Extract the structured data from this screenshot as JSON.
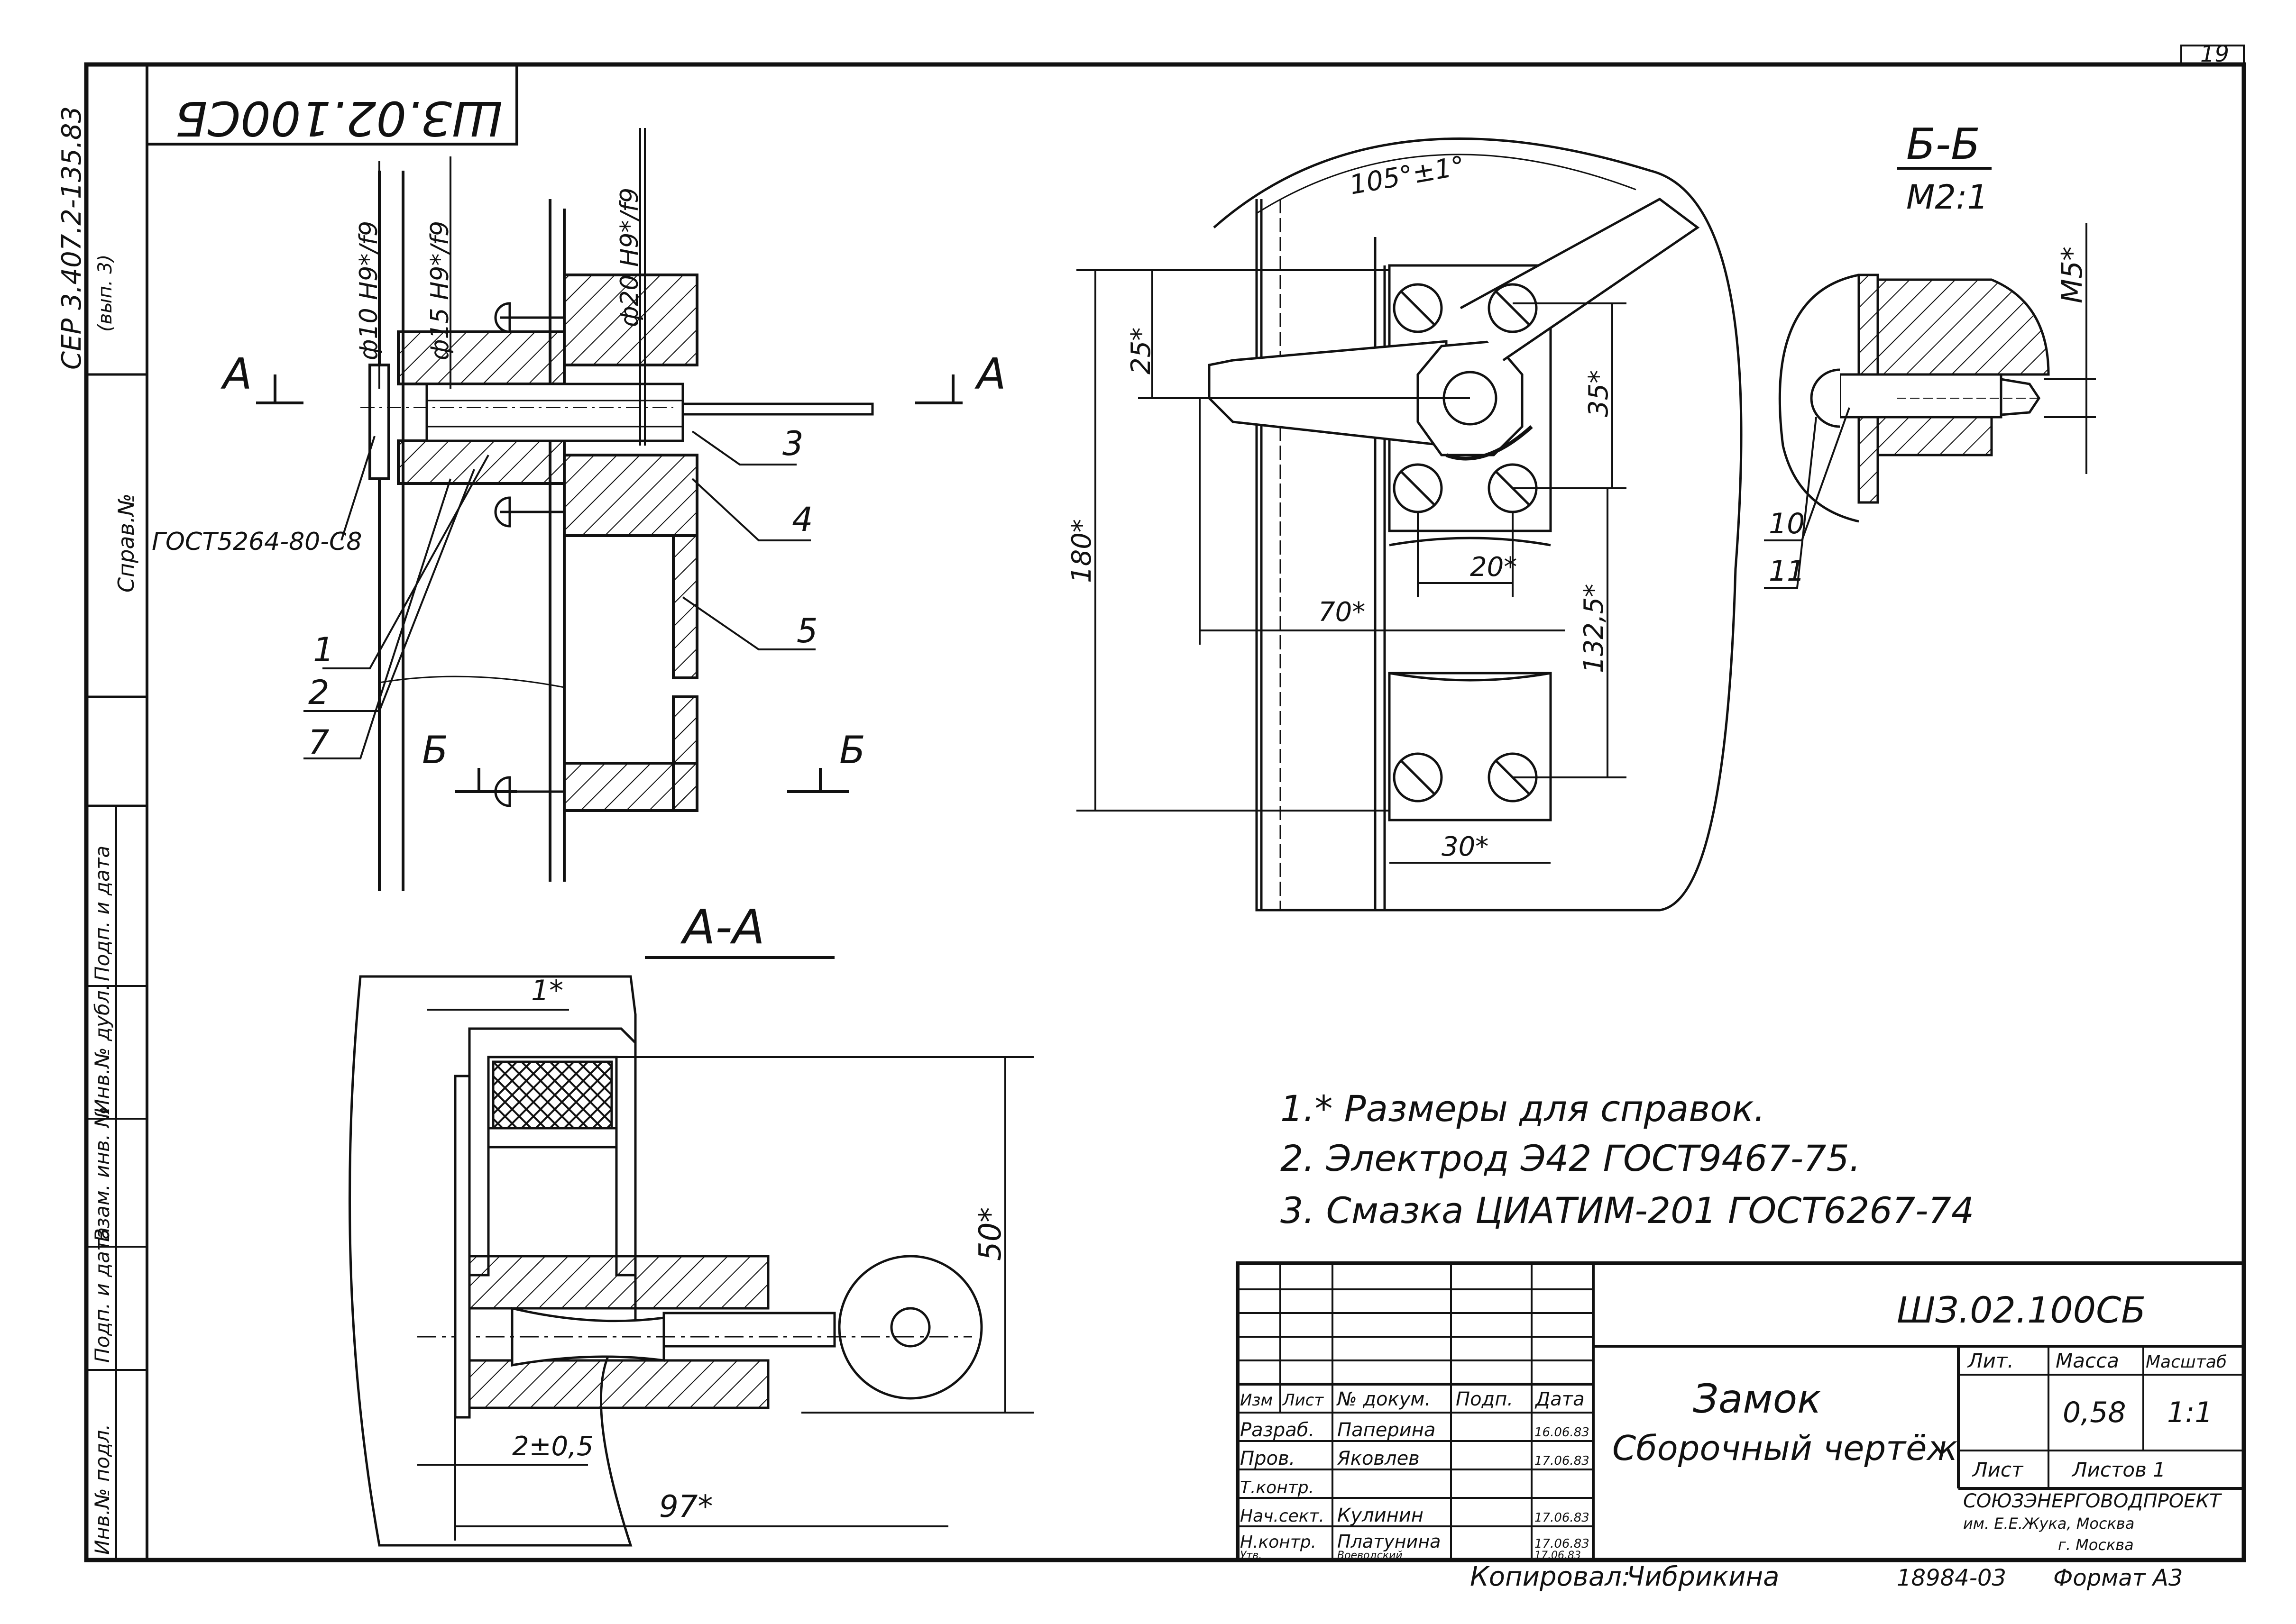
{
  "sheet": {
    "page_number": "19",
    "rotated_code": "ШЗ.02.100СБ",
    "side_series": "СЕР 3.407.2-135.83",
    "side_series_sub": "(вып. 3)",
    "side_sprav": "Справ.№",
    "side_stamp_cols": [
      "Инв.№ подл.",
      "Подп. и дата",
      "Взам. инв. №",
      "Инв.№ дубл.",
      "Подп. и дата"
    ]
  },
  "section_marks": {
    "a_left": "А",
    "a_right": "А",
    "b_left": "Б",
    "b_right": "Б"
  },
  "main_view": {
    "dim_d10": "ф10 H9*/f9",
    "dim_d15": "ф15 H9*/f9",
    "dim_d20": "ф20 H9*/f9",
    "gost_weld": "ГОСТ5264-80-С8",
    "callouts": [
      "1",
      "2",
      "7",
      "3",
      "4",
      "5"
    ]
  },
  "view_aa": {
    "title": "А-А",
    "dim_1": "1*",
    "dim_50": "50*",
    "dim_2": "2±0,5",
    "dim_97": "97*"
  },
  "top_view": {
    "angle": "105°±1°",
    "dim_25": "25*",
    "dim_180": "180*",
    "dim_70": "70*",
    "dim_20": "20*",
    "dim_35": "35*",
    "dim_1325": "132,5*",
    "dim_30": "30*"
  },
  "view_bb": {
    "title": "Б-Б",
    "scale": "М2:1",
    "dim_m5": "М5*",
    "callout_10": "10",
    "callout_11": "11"
  },
  "notes": [
    "1.* Размеры для справок.",
    "2. Электрод Э42  ГОСТ9467-75.",
    "3. Смазка ЦИАТИМ-201  ГОСТ6267-74"
  ],
  "title_block": {
    "doc_code": "ШЗ.02.100СБ",
    "name_line1": "Замок",
    "name_line2": "Сборочный чертёж",
    "col_headers": [
      "Изм",
      "Лист",
      "№ докум.",
      "Подп.",
      "Дата"
    ],
    "lit_label": "Лит.",
    "mass_label": "Масса",
    "scale_label": "Масштаб",
    "mass_value": "0,58",
    "scale_value": "1:1",
    "sheet_label": "Лист",
    "sheets_label": "Листов 1",
    "org_line1": "СОЮЗЭНЕРГОВОДПРОЕКТ",
    "org_line2": "им. Е.Е.Жука, Москва",
    "org_line3": "г. Москва",
    "rows": [
      {
        "role": "Разраб.",
        "name": "Паперина",
        "date": "16.06.83"
      },
      {
        "role": "Пров.",
        "name": "Яковлев",
        "date": "17.06.83"
      },
      {
        "role": "Т.контр.",
        "name": "",
        "date": ""
      },
      {
        "role": "Нач.сект.",
        "name": "Кулинин",
        "date": "17.06.83"
      },
      {
        "role": "Н.контр.",
        "name": "Платунина",
        "date": "17.06.83"
      },
      {
        "role": "Утв.",
        "name": "Воеводский",
        "date": "17.06.83"
      }
    ]
  },
  "footer": {
    "copied": "Копировал:",
    "copier": "Чибрикина",
    "number": "18984-03",
    "format": "Формат А3"
  },
  "colors": {
    "ink": "#111111",
    "paper": "#ffffff"
  }
}
